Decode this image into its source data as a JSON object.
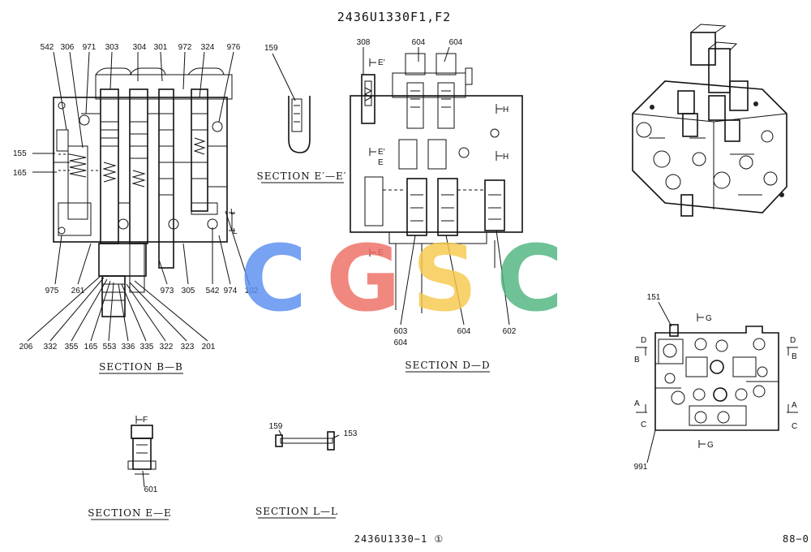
{
  "drawing_title": "2436U1330F1,F2",
  "footer": {
    "drawing_number": "2436U1330−1 ①",
    "page_number": "88−0"
  },
  "watermark": {
    "text": "CGSC",
    "letters": [
      {
        "char": "C",
        "color": "#5b8ef0"
      },
      {
        "char": "G",
        "color": "#ef6f63"
      },
      {
        "char": "S",
        "color": "#f7c94c"
      },
      {
        "char": "C",
        "color": "#4fb580"
      }
    ]
  },
  "sections": {
    "bb": "SECTION  B—B",
    "ee_prime": "SECTION  E′—E′",
    "dd": "SECTION  D—D",
    "ee": "SECTION  E—E",
    "ll": "SECTION  L—L"
  },
  "section_marks": {
    "e_prime_top": "E′",
    "h_top": "H",
    "e_prime_mid": "E′",
    "e_mid": "E",
    "h_mid": "H",
    "e_low": "E",
    "l_mark": "L",
    "f_mark": "F",
    "g_top": "G",
    "g_bottom": "G",
    "d_left": "D",
    "b_left": "B",
    "a_left": "A",
    "c_left": "C",
    "d_right": "D",
    "b_right": "B",
    "a_right": "A",
    "c_right": "C"
  },
  "part_labels": {
    "bb_top": [
      "542",
      "306",
      "971",
      "303",
      "304",
      "301",
      "972",
      "324",
      "976"
    ],
    "bb_left": [
      "155",
      "165"
    ],
    "bb_bottom_row1": [
      "975",
      "261",
      "973",
      "305",
      "542",
      "974",
      "102"
    ],
    "bb_bottom_row2": [
      "206",
      "332",
      "355",
      "165",
      "553",
      "336",
      "335",
      "322",
      "323",
      "201"
    ],
    "ee_prime": [
      "159"
    ],
    "dd_top": [
      "308",
      "604",
      "604"
    ],
    "dd_bottom": [
      "603",
      "604",
      "604",
      "602"
    ],
    "ee": [
      "601"
    ],
    "ll": [
      "159",
      "153"
    ],
    "right_view": [
      "151",
      "991"
    ]
  }
}
